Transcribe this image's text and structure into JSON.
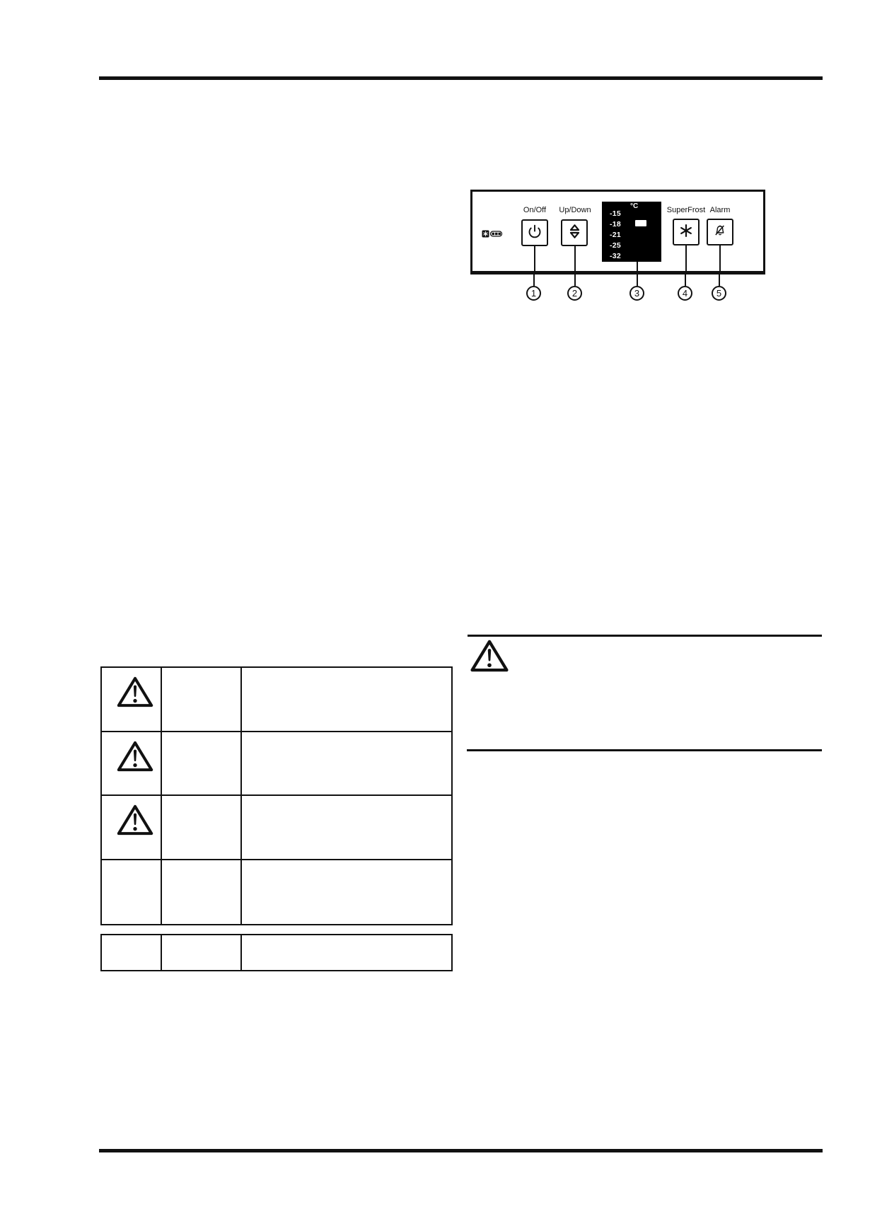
{
  "page": {
    "background": "#ffffff",
    "ink": "#111111",
    "kind": "instruction-manual-page"
  },
  "control_panel_figure": {
    "logo_icon": "frost-battery-icon",
    "buttons": [
      {
        "label": "On/Off",
        "icon": "power-icon",
        "callout": "1"
      },
      {
        "label": "Up/Down",
        "icon": "up-down-arrows-icon",
        "callout": "2"
      },
      {
        "label": "SuperFrost",
        "icon": "snowflake-asterisk-icon",
        "callout": "4"
      },
      {
        "label": "Alarm",
        "icon": "alarm-off-icon",
        "callout": "5"
      }
    ],
    "display": {
      "unit": "°C",
      "scale": [
        "-15",
        "-18",
        "-21",
        "-25",
        "-32"
      ],
      "indicator_value": "-18",
      "callout": "3",
      "bg": "#000000",
      "fg": "#ffffff"
    },
    "callouts": [
      "1",
      "2",
      "3",
      "4",
      "5"
    ]
  },
  "safety_symbols_table": {
    "rows": [
      {
        "icon": "warning-triangle-icon",
        "signal_word": "",
        "meaning": ""
      },
      {
        "icon": "warning-triangle-icon",
        "signal_word": "",
        "meaning": ""
      },
      {
        "icon": "warning-triangle-icon",
        "signal_word": "",
        "meaning": ""
      },
      {
        "icon": "",
        "signal_word": "",
        "meaning": ""
      }
    ]
  },
  "note_table": {
    "rows": [
      {
        "icon": "",
        "signal_word": "",
        "meaning": ""
      }
    ]
  },
  "warning_note": {
    "icon": "warning-triangle-icon"
  }
}
